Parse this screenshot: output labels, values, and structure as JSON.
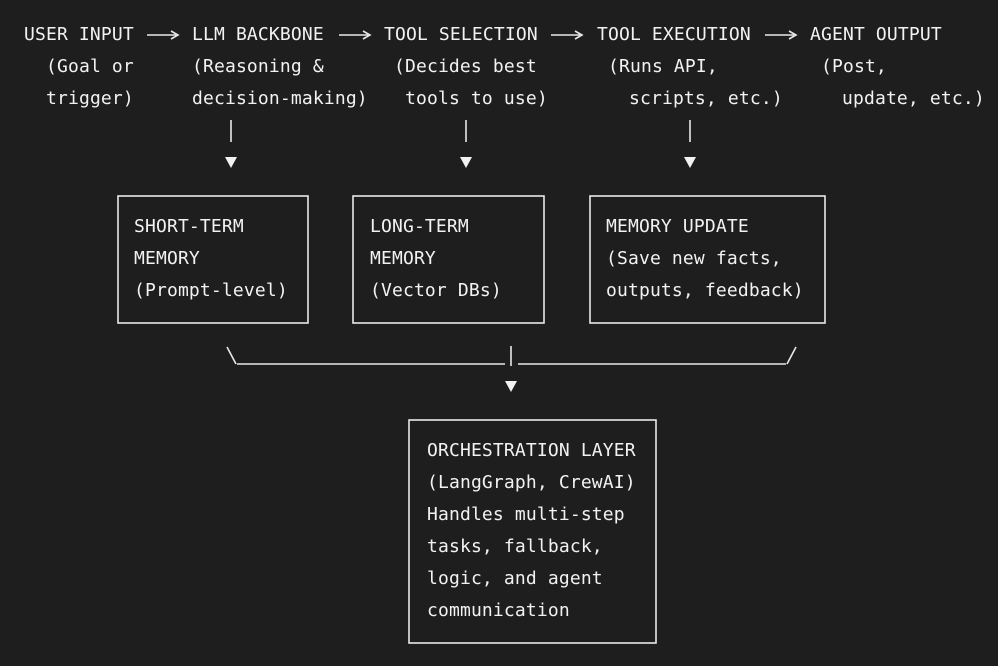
{
  "pipeline": {
    "steps": [
      {
        "title": "USER INPUT",
        "lines": [
          "(Goal or",
          "trigger)"
        ]
      },
      {
        "title": "LLM BACKBONE",
        "lines": [
          "(Reasoning &",
          "decision-making)"
        ]
      },
      {
        "title": "TOOL SELECTION",
        "lines": [
          "(Decides best",
          "tools to use)"
        ]
      },
      {
        "title": "TOOL EXECUTION",
        "lines": [
          "(Runs API,",
          "scripts, etc.)"
        ]
      },
      {
        "title": "AGENT OUTPUT",
        "lines": [
          "(Post,",
          "update, etc.)"
        ]
      }
    ]
  },
  "memory": {
    "short_term": {
      "lines": [
        "SHORT-TERM",
        "MEMORY",
        "(Prompt-level)"
      ]
    },
    "long_term": {
      "lines": [
        "LONG-TERM",
        "MEMORY",
        "(Vector DBs)"
      ]
    },
    "update": {
      "lines": [
        "MEMORY UPDATE",
        "(Save new facts,",
        "outputs, feedback)"
      ]
    }
  },
  "orchestration": {
    "lines": [
      "ORCHESTRATION LAYER",
      "(LangGraph, CrewAI)",
      "Handles multi-step",
      "tasks, fallback,",
      "logic, and agent",
      "communication"
    ]
  },
  "colors": {
    "background": "#1e1e1e",
    "text": "#f2f2f2"
  }
}
